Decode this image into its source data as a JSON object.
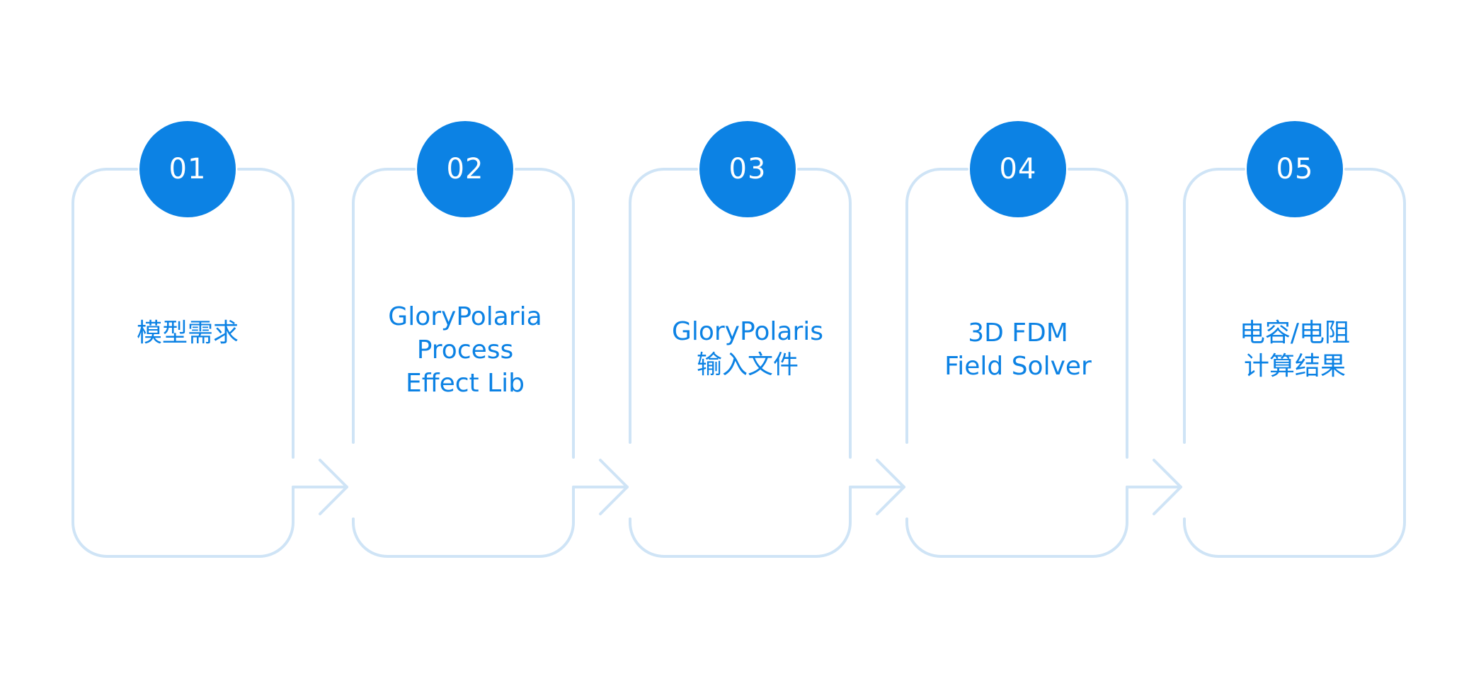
{
  "colors": {
    "accent": "#0c82e4",
    "outline": "#cfe4f6",
    "badge_text": "#ffffff",
    "background": "#ffffff"
  },
  "steps": [
    {
      "number": "01",
      "lines": [
        "模型需求"
      ]
    },
    {
      "number": "02",
      "lines": [
        "GloryPolaria",
        "Process",
        "Effect Lib"
      ]
    },
    {
      "number": "03",
      "lines": [
        "GloryPolaris",
        "输入文件"
      ]
    },
    {
      "number": "04",
      "lines": [
        "3D FDM",
        "Field Solver"
      ]
    },
    {
      "number": "05",
      "lines": [
        "电容/电阻",
        "计算结果"
      ]
    }
  ]
}
